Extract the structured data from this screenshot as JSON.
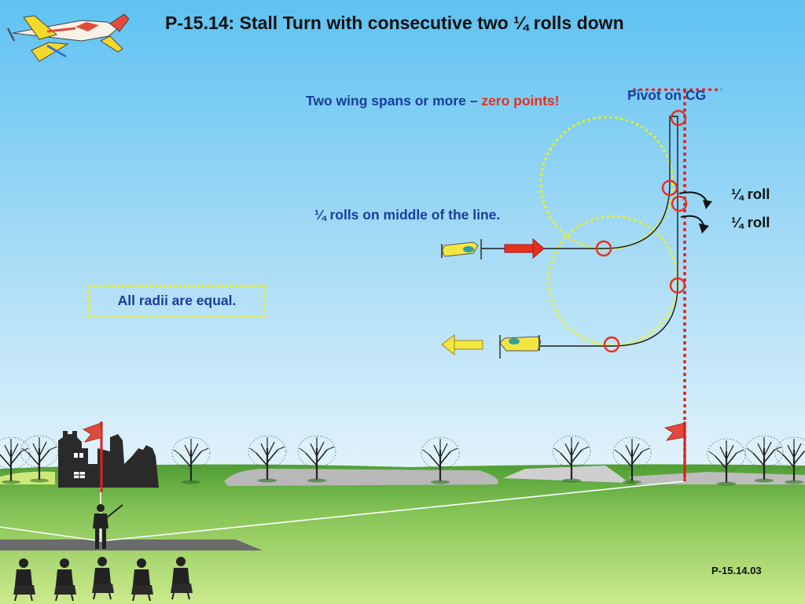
{
  "title": "P-15.14: Stall Turn with consecutive two ¼ rolls down",
  "notes": {
    "wing_spans_prefix": "Two wing spans or more – ",
    "wing_spans_emphasis": "zero points!",
    "rolls_middle": "¼ rolls on middle of the line.",
    "pivot": "Pivot on CG",
    "roll_1": "¼ roll",
    "roll_2": "¼ roll",
    "radii": "All radii are equal."
  },
  "slide_number": "P-15.14.03",
  "colors": {
    "sky_top": "#6cc8f4",
    "sky_bottom": "#dcf0fa",
    "grass_dark": "#5aa83c",
    "grass_light": "#c6e684",
    "note_blue": "#1a3d9c",
    "emphasis_red": "#e8301c",
    "guide_yellow": "#f2f20a",
    "checkpoint_red": "#e8301c",
    "pivot_red": "#e02020"
  }
}
